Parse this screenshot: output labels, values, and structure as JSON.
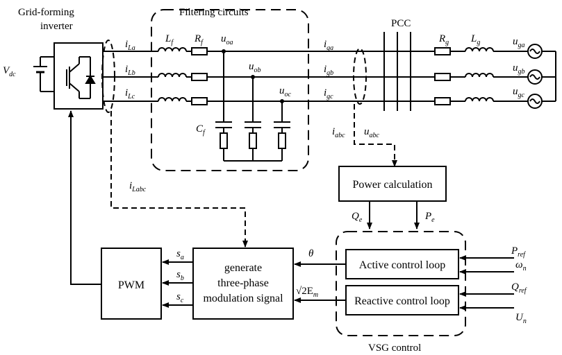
{
  "title": "",
  "labels": {
    "inverter_line1": "Grid-forming",
    "inverter_line2": "inverter",
    "filter_title": "Filtering circuits",
    "pcc": "PCC",
    "vsg": "VSG control",
    "vdc": "V",
    "vdc_sub": "dc",
    "ila": "i",
    "ila_sub": "La",
    "ilb": "i",
    "ilb_sub": "Lb",
    "ilc": "i",
    "ilc_sub": "Lc",
    "lf": "L",
    "lf_sub": "f",
    "rf": "R",
    "rf_sub": "f",
    "cf": "C",
    "cf_sub": "f",
    "uoa": "u",
    "uoa_sub": "oa",
    "uob": "u",
    "uob_sub": "ob",
    "uoc": "u",
    "uoc_sub": "oc",
    "iga": "i",
    "iga_sub": "ga",
    "igb": "i",
    "igb_sub": "gb",
    "igc": "i",
    "igc_sub": "gc",
    "rg": "R",
    "rg_sub": "g",
    "lg": "L",
    "lg_sub": "g",
    "uga": "u",
    "uga_sub": "ga",
    "ugb": "u",
    "ugb_sub": "gb",
    "ugc": "u",
    "ugc_sub": "gc",
    "iabc": "i",
    "iabc_sub": "abc",
    "uabc": "u",
    "uabc_sub": "abc",
    "ilabc": "i",
    "ilabc_sub": "Labc",
    "qe": "Q",
    "qe_sub": "e",
    "pe": "P",
    "pe_sub": "e",
    "theta": "θ",
    "sqrt2em": "√2E",
    "sqrt2em_sub": "m",
    "sa": "s",
    "sa_sub": "a",
    "sb": "s",
    "sb_sub": "b",
    "sc": "s",
    "sc_sub": "c",
    "pref": "P",
    "pref_sub": "ref",
    "omegan": "ω",
    "omegan_sub": "n",
    "qref": "Q",
    "qref_sub": "ref",
    "un": "U",
    "un_sub": "n"
  },
  "blocks": {
    "power_calc": "Power calculation",
    "active_loop": "Active control loop",
    "reactive_loop": "Reactive control loop",
    "pwm": "PWM",
    "modulation_line1": "generate",
    "modulation_line2": "three-phase",
    "modulation_line3": "modulation signal"
  }
}
